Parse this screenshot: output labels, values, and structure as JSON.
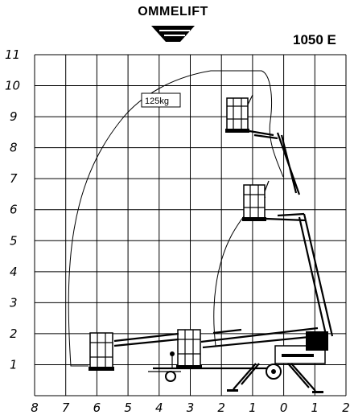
{
  "header": {
    "brand": "OMMELIFT",
    "model": "1050 E"
  },
  "diagram": {
    "y_ticks": [
      "1",
      "2",
      "3",
      "4",
      "5",
      "6",
      "7",
      "8",
      "9",
      "10",
      "11"
    ],
    "x_ticks": [
      "8",
      "7",
      "6",
      "5",
      "4",
      "3",
      "2",
      "1",
      "0",
      "1",
      "2"
    ],
    "load_label": "125kg",
    "icons": {
      "logo": "ommelift-logo-icon",
      "platform_basket": "basket-icon",
      "machine": "lift-machine-icon"
    }
  }
}
